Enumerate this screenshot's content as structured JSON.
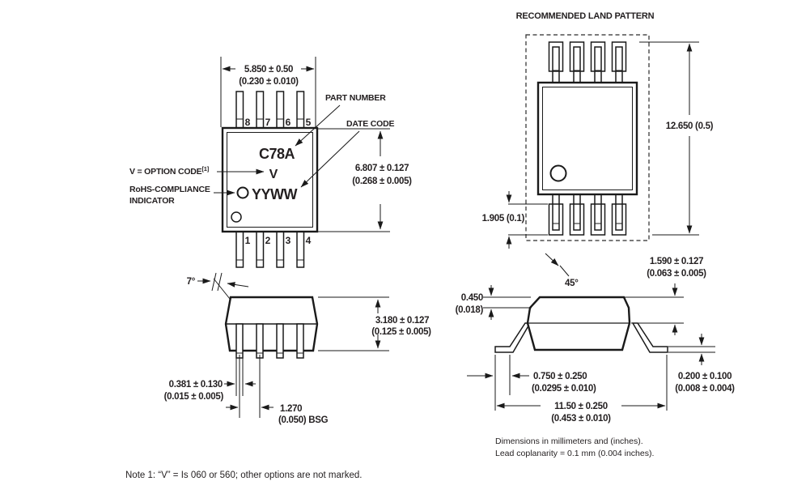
{
  "top_view": {
    "pins_top": [
      "8",
      "7",
      "6",
      "5"
    ],
    "pins_bottom": [
      "1",
      "2",
      "3",
      "4"
    ],
    "marking_line1": "C78A",
    "marking_line2": "V",
    "marking_line3": "YYWW",
    "dim_width_mm": "5.850 ± 0.50",
    "dim_width_in": "(0.230 ± 0.010)",
    "dim_height_mm": "6.807 ± 0.127",
    "dim_height_in": "(0.268 ± 0.005)",
    "label_part_number": "PART NUMBER",
    "label_date_code": "DATE CODE",
    "label_option_code": "V = OPTION CODE",
    "label_option_code_sup": "[1]",
    "label_rohs_line1": "RoHS-COMPLIANCE",
    "label_rohs_line2": "INDICATOR"
  },
  "land_pattern": {
    "title": "RECOMMENDED LAND PATTERN",
    "dim_height": "12.650 (0.5)",
    "dim_pad": "1.905 (0.1)"
  },
  "front_view": {
    "angle": "7°",
    "dim_height_mm": "3.180 ± 0.127",
    "dim_height_in": "(0.125 ± 0.005)",
    "dim_lead_width_mm": "0.381 ± 0.130",
    "dim_lead_width_in": "(0.015 ± 0.005)",
    "dim_pitch_mm": "1.270",
    "dim_pitch_in": "(0.050) BSG"
  },
  "side_view": {
    "angle": "45°",
    "dim_chamfer_mm": "0.450",
    "dim_chamfer_in": "(0.018)",
    "dim_half_height_mm": "1.590 ± 0.127",
    "dim_half_height_in": "(0.063 ± 0.005)",
    "dim_foot_mm": "0.750 ± 0.250",
    "dim_foot_in": "(0.0295 ± 0.010)",
    "dim_span_mm": "11.50 ± 0.250",
    "dim_span_in": "(0.453 ± 0.010)",
    "dim_standoff_mm": "0.200 ± 0.100",
    "dim_standoff_in": "(0.008 ± 0.004)"
  },
  "notes": {
    "units_line1": "Dimensions in millimeters and (inches).",
    "units_line2": "Lead coplanarity = 0.1 mm (0.004 inches).",
    "note1": "Note 1: “V” = Is 060 or 560; other options are not marked."
  },
  "colors": {
    "ink": "#231f20",
    "line": "#1a1a1a",
    "background": "#ffffff"
  }
}
